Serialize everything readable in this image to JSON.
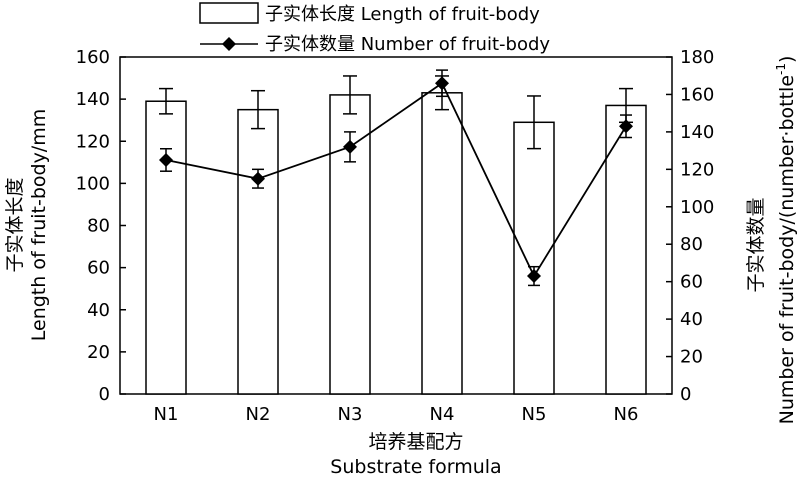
{
  "chart_data": {
    "type": "bar+line",
    "categories": [
      "N1",
      "N2",
      "N3",
      "N4",
      "N5",
      "N6"
    ],
    "xlabel_cn": "培养基配方",
    "xlabel_en": "Substrate formula",
    "ylabel_left_cn": "子实体长度",
    "ylabel_left_en": "Length of fruit-body/mm",
    "ylabel_right_cn": "子实体数量",
    "ylabel_right_en": "Number of fruit-body/(number·bottle",
    "ylabel_right_sup": "-1",
    "ylabel_right_close": ")",
    "ylim_left": [
      0,
      160
    ],
    "yticks_left": [
      0,
      20,
      40,
      60,
      80,
      100,
      120,
      140,
      160
    ],
    "ylim_right": [
      0,
      180
    ],
    "yticks_right": [
      0,
      20,
      40,
      60,
      80,
      100,
      120,
      140,
      160,
      180
    ],
    "grid": false,
    "legend_position": "top-center",
    "series": [
      {
        "name": "子实体长度 Length of fruit-body",
        "kind": "bar",
        "axis": "left",
        "values": [
          139,
          135,
          142,
          143,
          129,
          137
        ],
        "errors": [
          6,
          9,
          9,
          8,
          12.5,
          8
        ]
      },
      {
        "name": "子实体数量 Number of fruit-body",
        "kind": "line",
        "axis": "right",
        "marker": "diamond",
        "values": [
          125,
          115,
          132,
          166,
          63,
          143
        ],
        "errors": [
          6,
          5,
          8,
          7,
          5,
          6
        ]
      }
    ],
    "colors": {
      "bar_fill": "#ffffff",
      "stroke": "#000000"
    }
  }
}
